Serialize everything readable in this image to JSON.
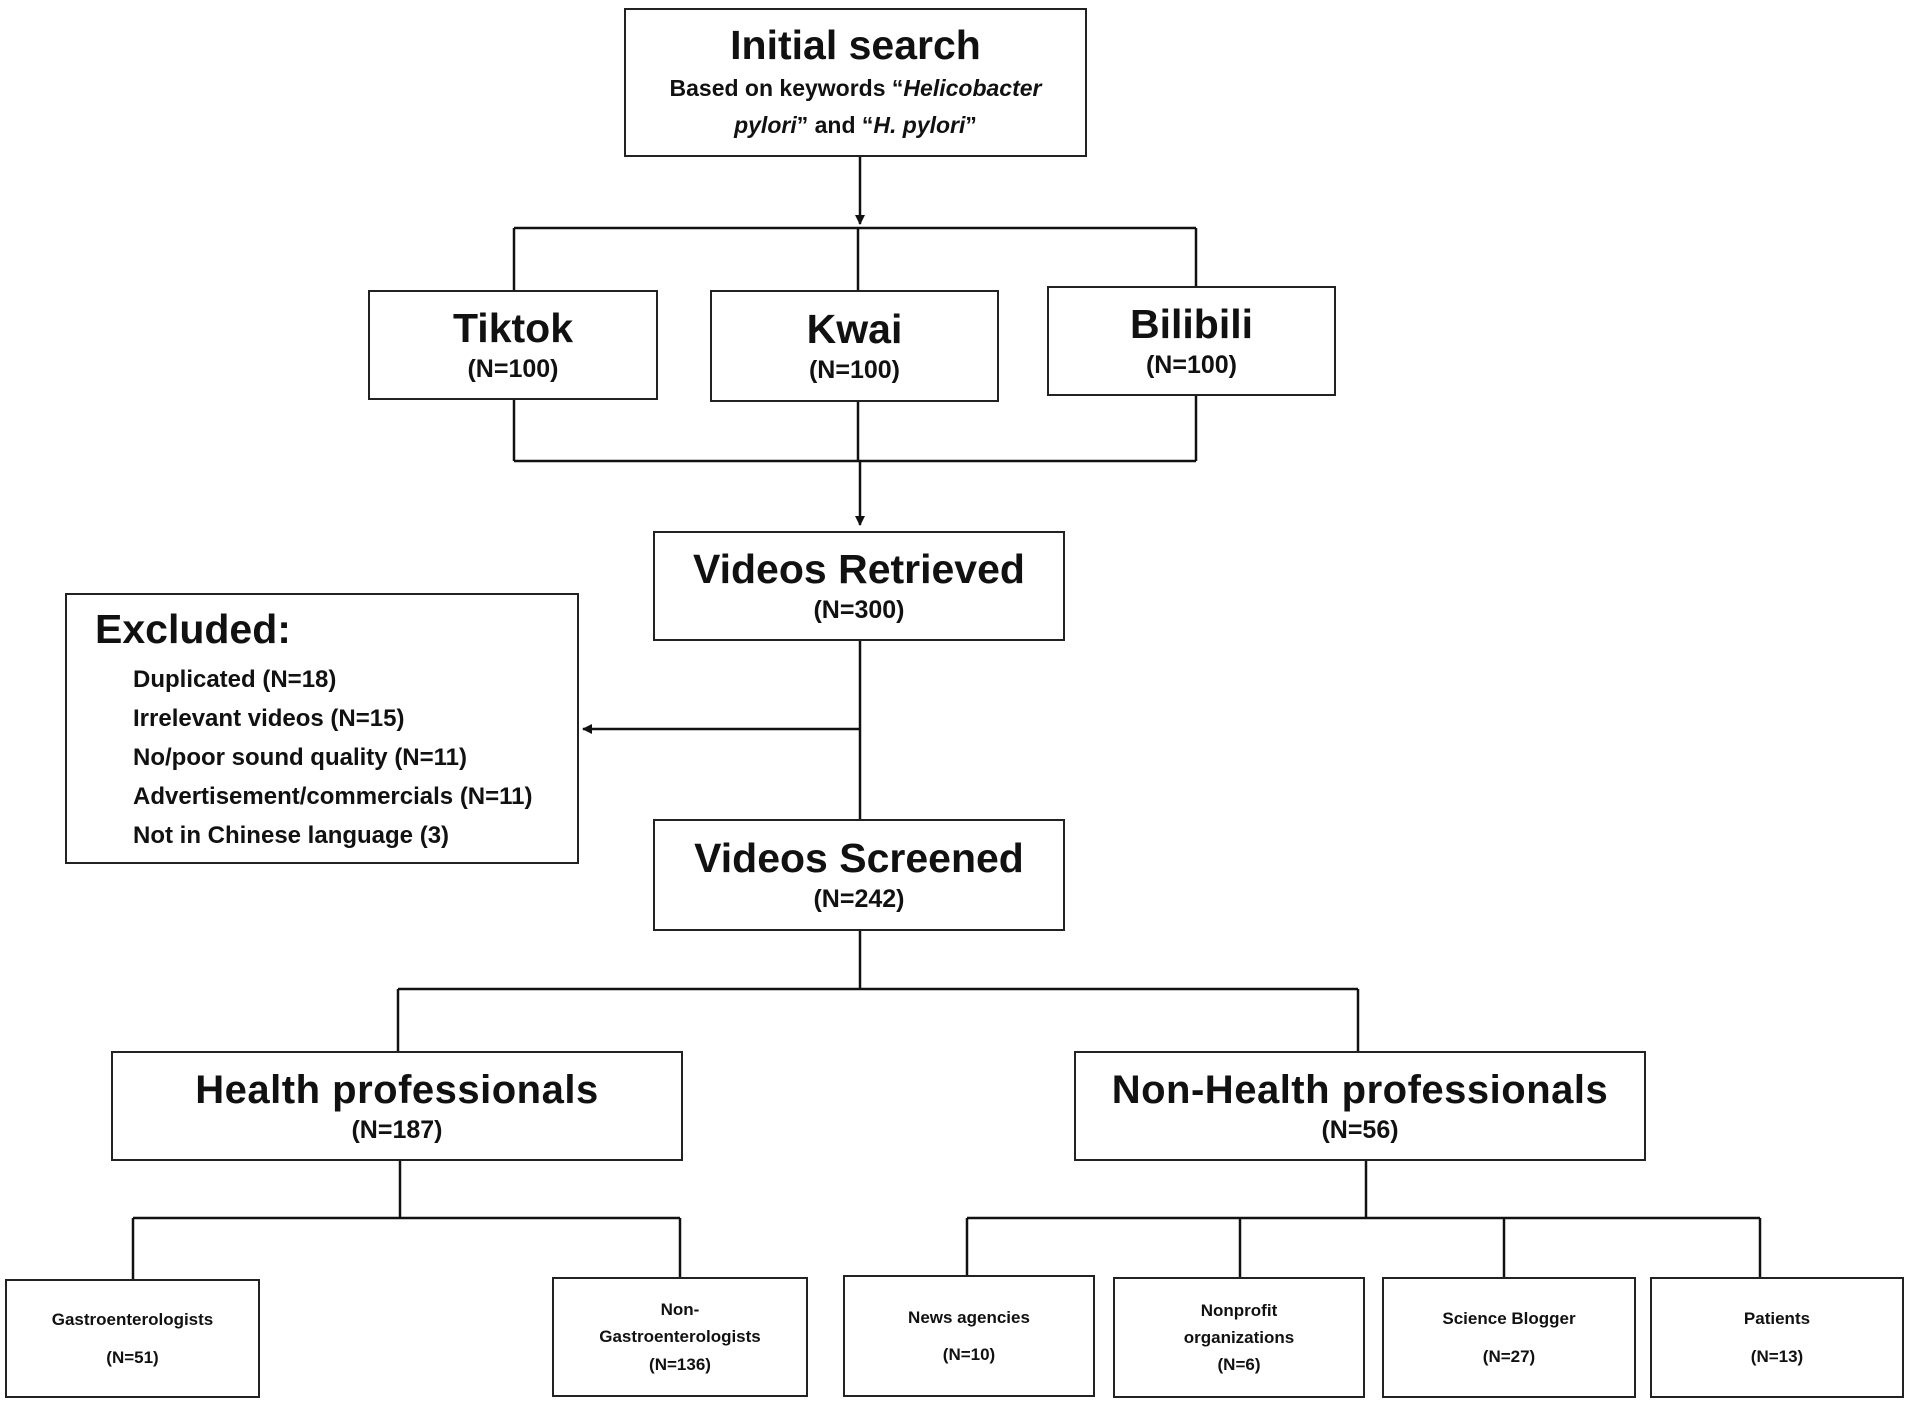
{
  "initial_search": {
    "title": "Initial search",
    "line1_prefix": "Based on keywords “",
    "keyword1_a": "Helicobacter",
    "keyword1_b": "pylori",
    "line2_mid": "” and “",
    "keyword2": "H. pylori",
    "line2_suffix": "”"
  },
  "platforms": [
    {
      "name": "Tiktok",
      "count": "(N=100)"
    },
    {
      "name": "Kwai",
      "count": "(N=100)"
    },
    {
      "name": "Bilibili",
      "count": "(N=100)"
    }
  ],
  "retrieved": {
    "title": "Videos Retrieved",
    "count": "(N=300)"
  },
  "excluded": {
    "title": "Excluded:",
    "items": [
      "Duplicated (N=18)",
      "Irrelevant videos (N=15)",
      "No/poor sound quality (N=11)",
      "Advertisement/commercials (N=11)",
      "Not in Chinese language (3)"
    ]
  },
  "screened": {
    "title": "Videos Screened",
    "count": "(N=242)"
  },
  "health": {
    "title": "Health professionals",
    "count": "(N=187)"
  },
  "non_health": {
    "title": "Non-Health professionals",
    "count": "(N=56)"
  },
  "health_sub": [
    {
      "label": "Gastroenterologists",
      "count": "(N=51)"
    },
    {
      "label_a": "Non-",
      "label_b": "Gastroenterologists",
      "count": "(N=136)"
    }
  ],
  "non_health_sub": [
    {
      "label": "News agencies",
      "count": "(N=10)"
    },
    {
      "label_a": "Nonprofit",
      "label_b": "organizations",
      "count": "(N=6)"
    },
    {
      "label": "Science Blogger",
      "count": "(N=27)"
    },
    {
      "label": "Patients",
      "count": "(N=13)"
    }
  ]
}
